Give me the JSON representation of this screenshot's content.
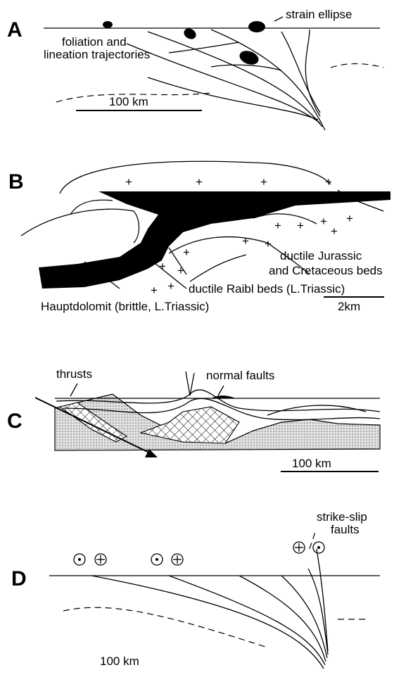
{
  "panels": {
    "a": {
      "letter": "A",
      "strain_label": "strain ellipse",
      "foliation_label_1": "foliation and",
      "foliation_label_2": "lineation trajectories",
      "scale_label": "100 km"
    },
    "b": {
      "letter": "B",
      "jurassic_label_1": "ductile Jurassic",
      "jurassic_label_2": "and Cretaceous beds",
      "raibl_label": "ductile Raibl beds (L.Triassic)",
      "hauptdolomit_label": "Hauptdolomit (brittle, L.Triassic)",
      "scale_label": "2km"
    },
    "c": {
      "letter": "C",
      "thrusts_label": "thrusts",
      "normal_label": "normal faults",
      "scale_label": "100 km"
    },
    "d": {
      "letter": "D",
      "strike_label_1": "strike-slip",
      "strike_label_2": "faults",
      "scale_label": "100 km"
    }
  },
  "colors": {
    "ink": "#000000",
    "paper": "#ffffff",
    "stipple": "#bdbdbd"
  }
}
